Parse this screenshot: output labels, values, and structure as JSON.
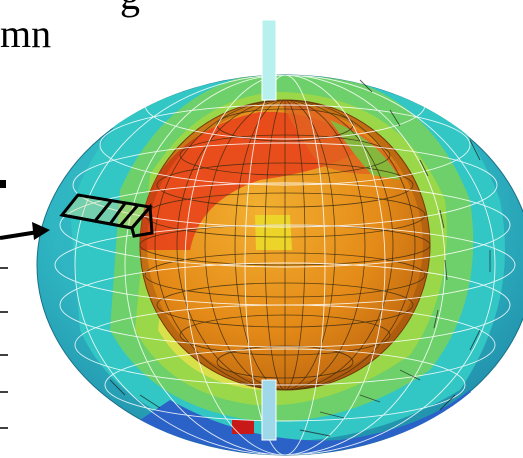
{
  "slide": {
    "text_fragment_top": "g",
    "text_fragment_left": "mn"
  },
  "figure": {
    "subject": "spherical-grid-cutaway",
    "colors": {
      "inner_core": "#e88a18",
      "inner_hot": "#e83a10",
      "shell_green": "#7ad84a",
      "shell_cyan": "#3cc8c8",
      "shell_blue": "#3a78d0",
      "grid_line": "#ffffff"
    }
  }
}
